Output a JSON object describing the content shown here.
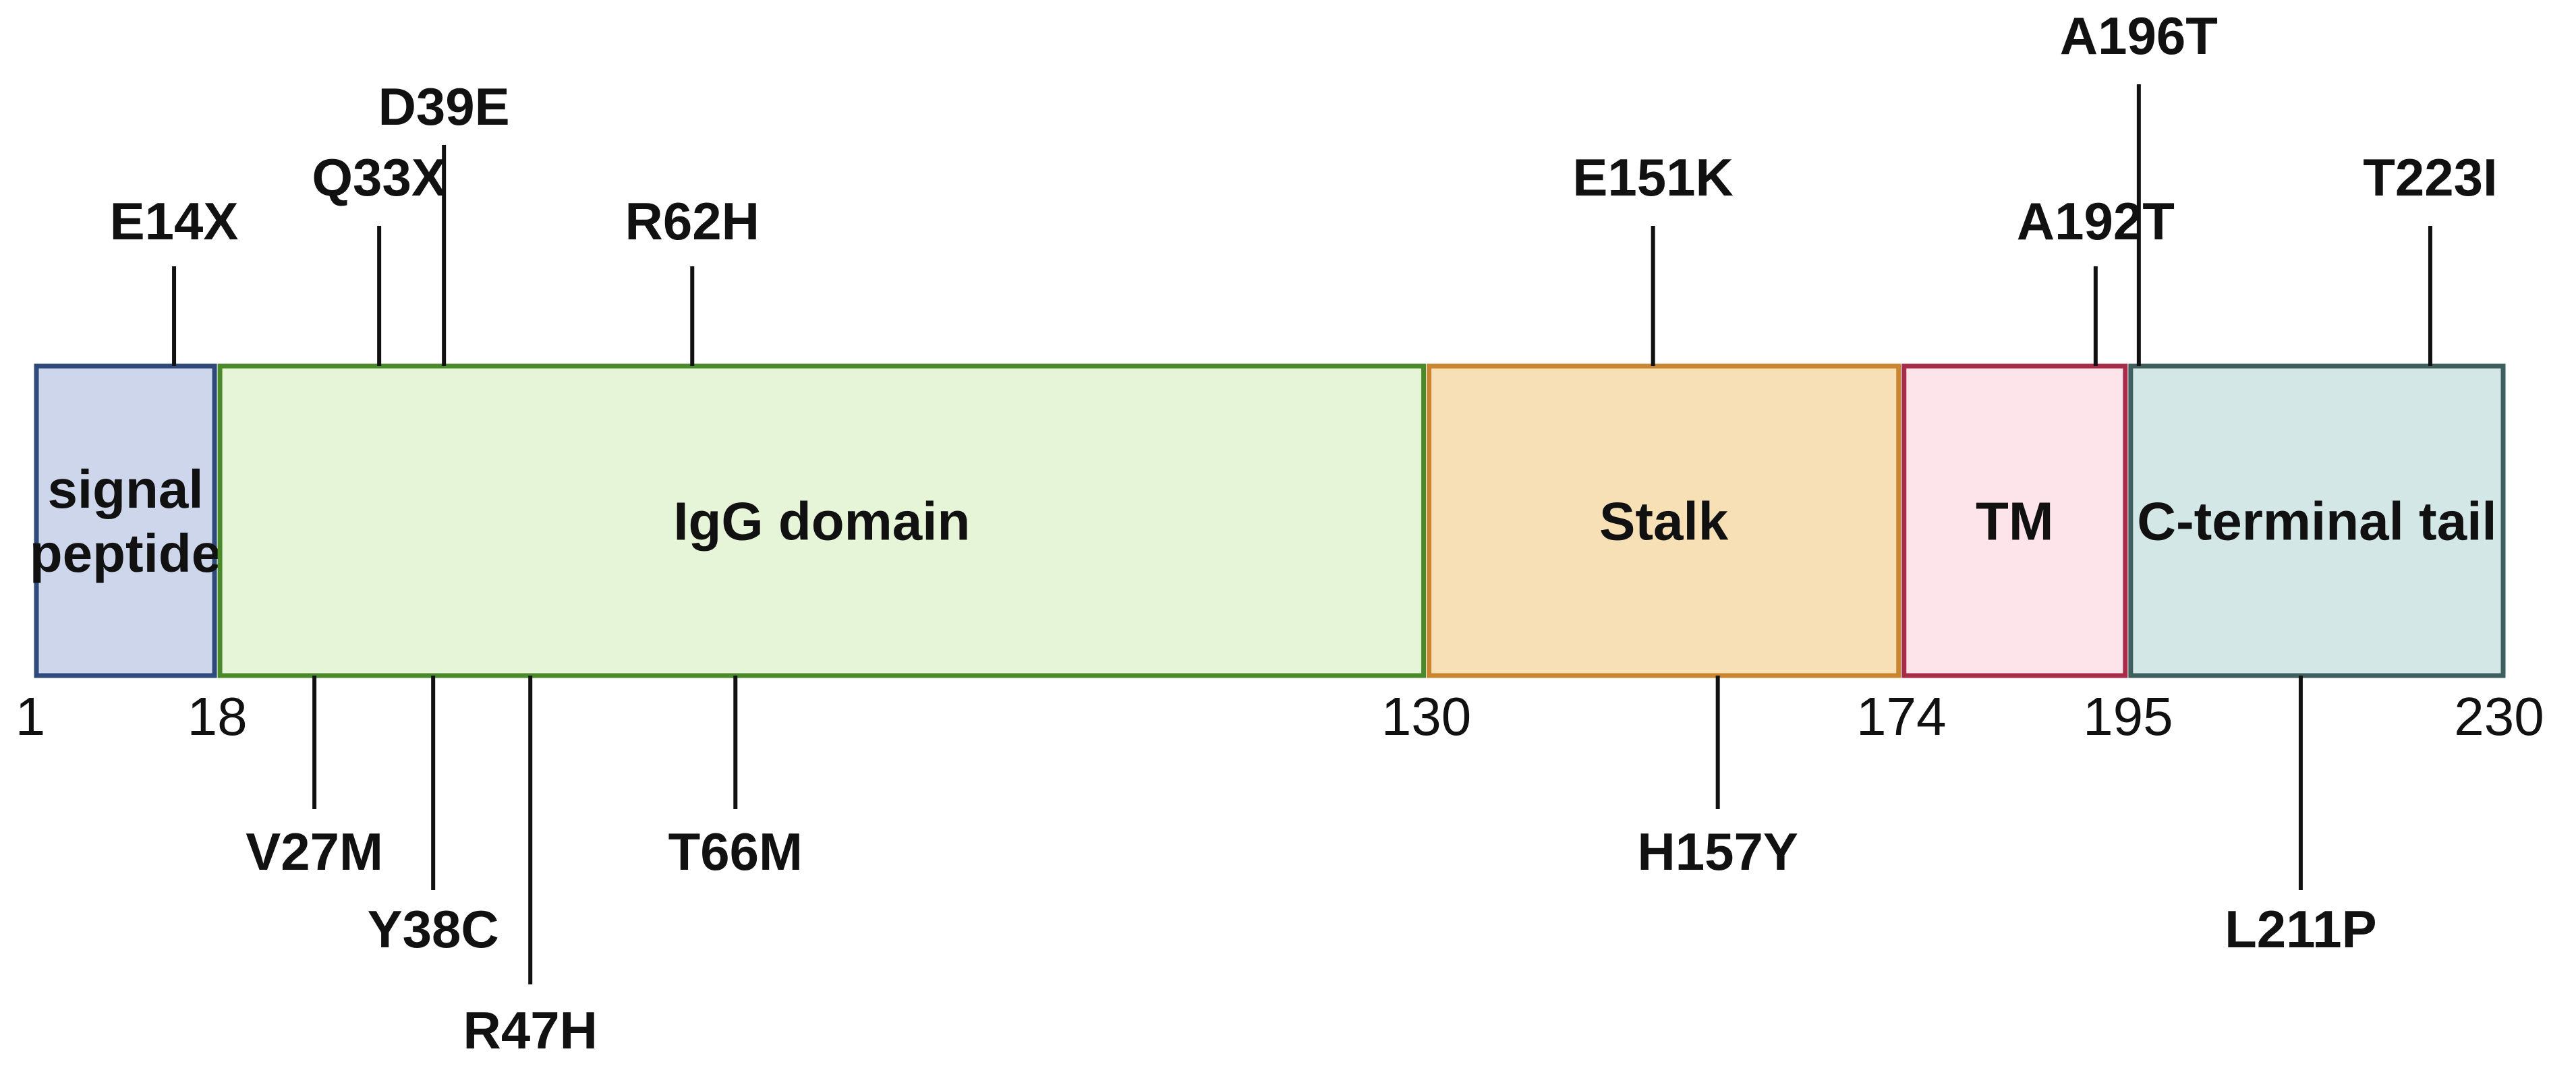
{
  "protein": {
    "start": 1,
    "end": 230,
    "domains": [
      {
        "name": "signal peptide",
        "lines": [
          "signal",
          "peptide"
        ],
        "start": 1,
        "end": 18,
        "fill": "#cdd6ea",
        "stroke": "#2f4a7a"
      },
      {
        "name": "IgG domain",
        "lines": [
          "IgG domain"
        ],
        "start": 18,
        "end": 130,
        "fill": "#e6f4d7",
        "stroke": "#4a8a2a"
      },
      {
        "name": "Stalk",
        "lines": [
          "Stalk"
        ],
        "start": 130,
        "end": 174,
        "fill": "#f7e0b5",
        "stroke": "#c9852f"
      },
      {
        "name": "TM",
        "lines": [
          "TM"
        ],
        "start": 174,
        "end": 195,
        "fill": "#fde4ea",
        "stroke": "#a62c4a"
      },
      {
        "name": "C-terminal tail",
        "lines": [
          "C-terminal tail"
        ],
        "start": 195,
        "end": 230,
        "fill": "#d3e7e6",
        "stroke": "#3f5f5f"
      }
    ],
    "boundary_labels": [
      "1",
      "18",
      "130",
      "174",
      "195",
      "230"
    ],
    "boundary_positions": [
      1,
      18,
      130,
      174,
      195,
      230
    ]
  },
  "mutations": [
    {
      "label": "E14X",
      "position": 14,
      "side": "top",
      "level": 1
    },
    {
      "label": "Q33X",
      "position": 33,
      "side": "top",
      "level": 2
    },
    {
      "label": "D39E",
      "position": 39,
      "side": "top",
      "level": 3
    },
    {
      "label": "R62H",
      "position": 62,
      "side": "top",
      "level": 1
    },
    {
      "label": "E151K",
      "position": 151,
      "side": "top",
      "level": 2
    },
    {
      "label": "A192T",
      "position": 192,
      "side": "top",
      "level": 1
    },
    {
      "label": "A196T",
      "position": 196,
      "side": "top",
      "level": 4
    },
    {
      "label": "T223I",
      "position": 223,
      "side": "top",
      "level": 2
    },
    {
      "label": "V27M",
      "position": 27,
      "side": "bottom",
      "level": 1
    },
    {
      "label": "Y38C",
      "position": 38,
      "side": "bottom",
      "level": 2
    },
    {
      "label": "R47H",
      "position": 47,
      "side": "bottom",
      "level": 3
    },
    {
      "label": "T66M",
      "position": 66,
      "side": "bottom",
      "level": 1
    },
    {
      "label": "H157Y",
      "position": 157,
      "side": "bottom",
      "level": 1
    },
    {
      "label": "L211P",
      "position": 211,
      "side": "bottom",
      "level": 2
    }
  ]
}
